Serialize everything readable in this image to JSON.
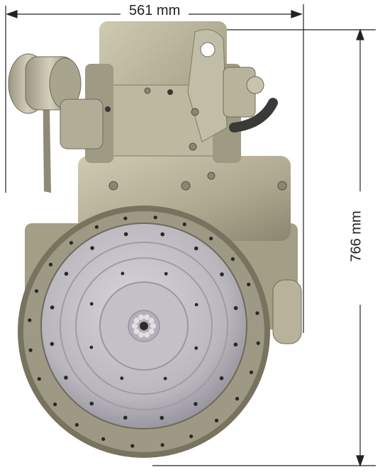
{
  "dimensions": {
    "width_label": "561 mm",
    "height_label": "766 mm"
  },
  "colors": {
    "engine_body": "#b8b29a",
    "engine_shadow": "#8a8670",
    "flywheel": "#c8c5cc",
    "flywheel_rim": "#6e6a5a",
    "hose": "#3a3a36",
    "dimension_line": "#222222"
  },
  "image": {
    "subject": "engine-front-view"
  }
}
